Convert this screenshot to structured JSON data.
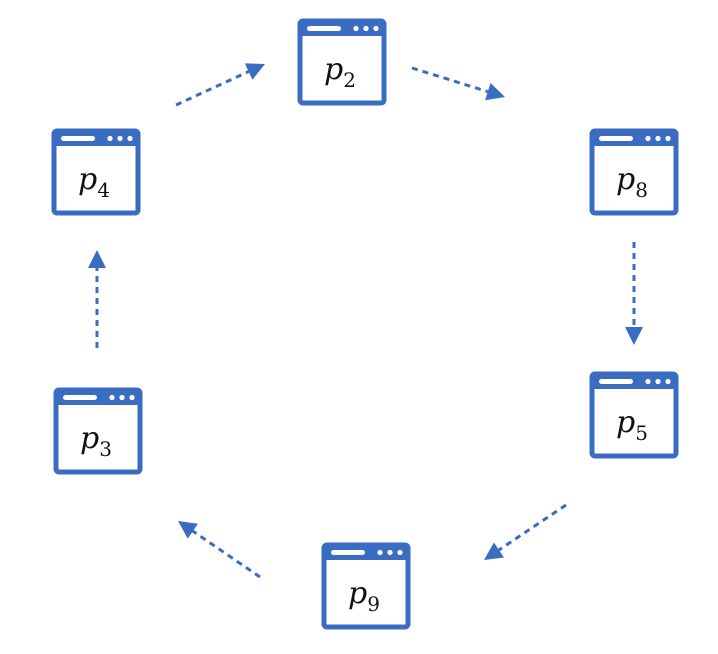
{
  "diagram": {
    "type": "cycle",
    "accent_color": "#3a6cc2",
    "node_icon": "browser-window-icon",
    "nodes": [
      {
        "id": "p2",
        "base": "p",
        "sub": "2"
      },
      {
        "id": "p8",
        "base": "p",
        "sub": "8"
      },
      {
        "id": "p5",
        "base": "p",
        "sub": "5"
      },
      {
        "id": "p9",
        "base": "p",
        "sub": "9"
      },
      {
        "id": "p3",
        "base": "p",
        "sub": "3"
      },
      {
        "id": "p4",
        "base": "p",
        "sub": "4"
      }
    ],
    "edges": [
      {
        "from": "p2",
        "to": "p8",
        "style": "dashed"
      },
      {
        "from": "p8",
        "to": "p5",
        "style": "dashed"
      },
      {
        "from": "p5",
        "to": "p9",
        "style": "dashed"
      },
      {
        "from": "p9",
        "to": "p3",
        "style": "dashed"
      },
      {
        "from": "p3",
        "to": "p4",
        "style": "dashed"
      },
      {
        "from": "p4",
        "to": "p2",
        "style": "dashed"
      }
    ]
  }
}
